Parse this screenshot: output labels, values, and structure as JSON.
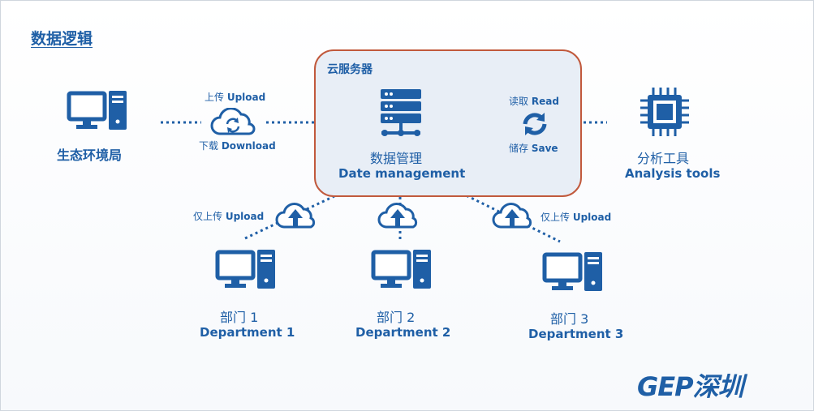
{
  "title": "数据逻辑",
  "cloud_server": {
    "title": "云服务器"
  },
  "nodes": {
    "ecology_bureau": {
      "label": "生态环境局"
    },
    "data_management": {
      "label_zh": "数据管理",
      "label_en": "Date management"
    },
    "analysis_tools": {
      "label_zh": "分析工具",
      "label_en": "Analysis tools"
    },
    "departments": [
      {
        "label_zh": "部门 1",
        "label_en": "Department 1"
      },
      {
        "label_zh": "部门 2",
        "label_en": "Department 2"
      },
      {
        "label_zh": "部门 3",
        "label_en": "Department 3"
      }
    ]
  },
  "links": {
    "upload": {
      "zh": "上传",
      "en": "Upload"
    },
    "download": {
      "zh": "下载",
      "en": "Download"
    },
    "read": {
      "zh": "读取",
      "en": "Read"
    },
    "save": {
      "zh": "储存",
      "en": "Save"
    },
    "upload_only_1": {
      "zh": "仅上传",
      "en": "Upload"
    },
    "upload_only_3": {
      "zh": "仅上传",
      "en": "Upload"
    }
  },
  "logo": {
    "text": "GEP深圳"
  },
  "colors": {
    "primary": "#1f5fa6",
    "box_border": "#c1593c",
    "box_fill": "#e8eef6"
  }
}
